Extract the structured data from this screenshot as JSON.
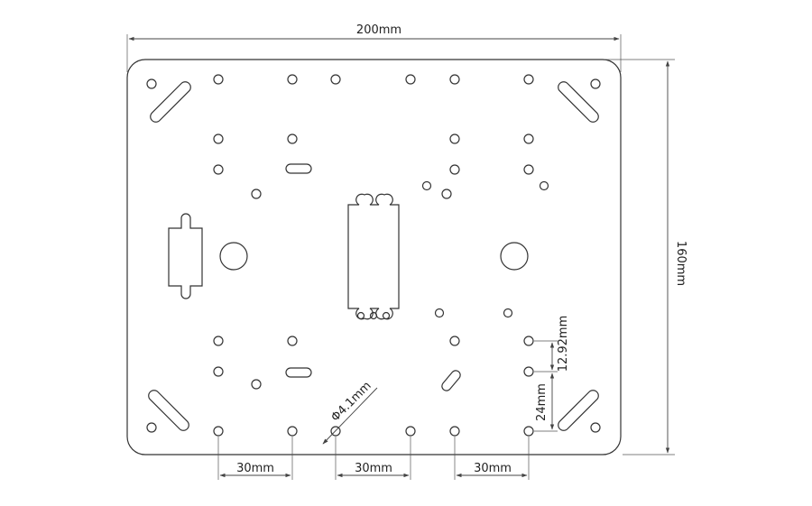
{
  "drawing": {
    "dimensions": {
      "overall_width": "200mm",
      "overall_height": "160mm",
      "spacing_left": "30mm",
      "spacing_middle": "30mm",
      "spacing_right": "30mm",
      "vertical_upper": "12.92mm",
      "vertical_lower": "24mm",
      "hole_diameter": "Φ4.1mm"
    },
    "colors": {
      "line": "#333333",
      "background": "#ffffff"
    }
  }
}
